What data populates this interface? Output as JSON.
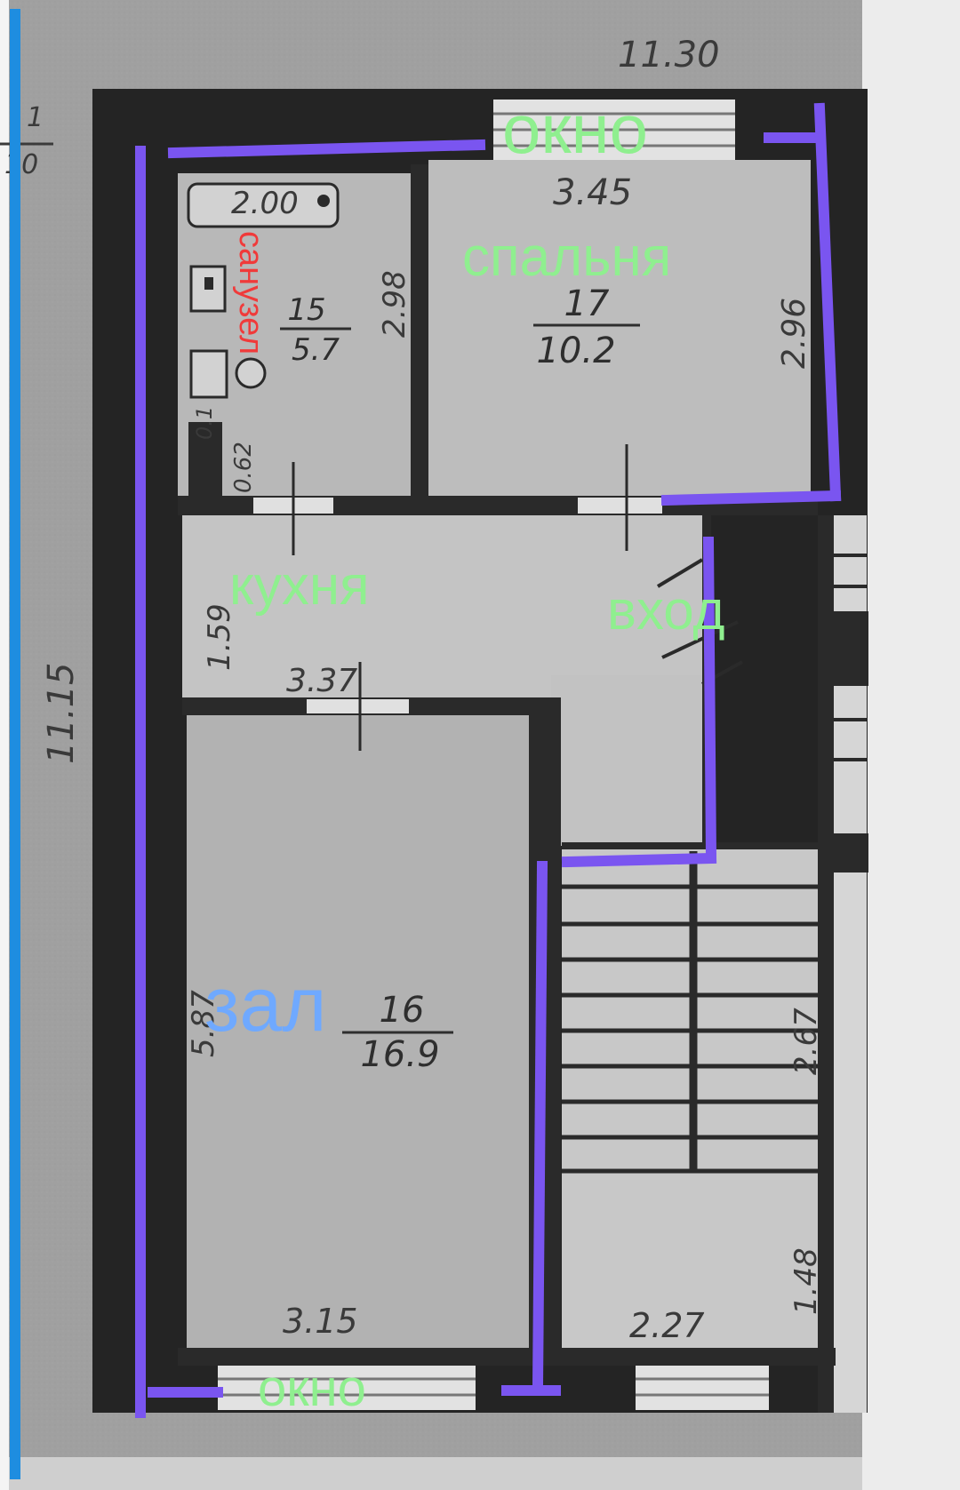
{
  "dimensions": {
    "top_total": "11.30",
    "left_total": "11.15",
    "corner_fraction_top": "1",
    "corner_fraction_bottom": "10",
    "bath_tub": "2.00",
    "bath_height": "2.98",
    "bath_small": "0.62",
    "bath_small2": "0.1",
    "bedroom_width": "3.45",
    "bedroom_height": "2.96",
    "kitchen_height": "1.59",
    "kitchen_width": "3.37",
    "hall_height": "5.87",
    "hall_width": "3.15",
    "stair_height_upper": "2.67",
    "stair_height_lower": "1.48",
    "stair_width": "2.27"
  },
  "rooms": {
    "bath": {
      "number": "15",
      "area": "5.7"
    },
    "bedroom": {
      "number": "17",
      "area": "10.2"
    },
    "hall": {
      "number": "16",
      "area": "16.9"
    }
  },
  "labels": {
    "window_top": "окно",
    "window_bottom": "окно",
    "bedroom": "спальня",
    "bathroom": "санузел",
    "kitchen": "кухня",
    "entrance": "вход",
    "hall": "зал"
  },
  "colors": {
    "outline": "#7a55f0",
    "measure": "#1e8de0",
    "label_green": "#8fef8f",
    "label_red": "#f03a3a",
    "label_blue": "#6fa9ff"
  }
}
